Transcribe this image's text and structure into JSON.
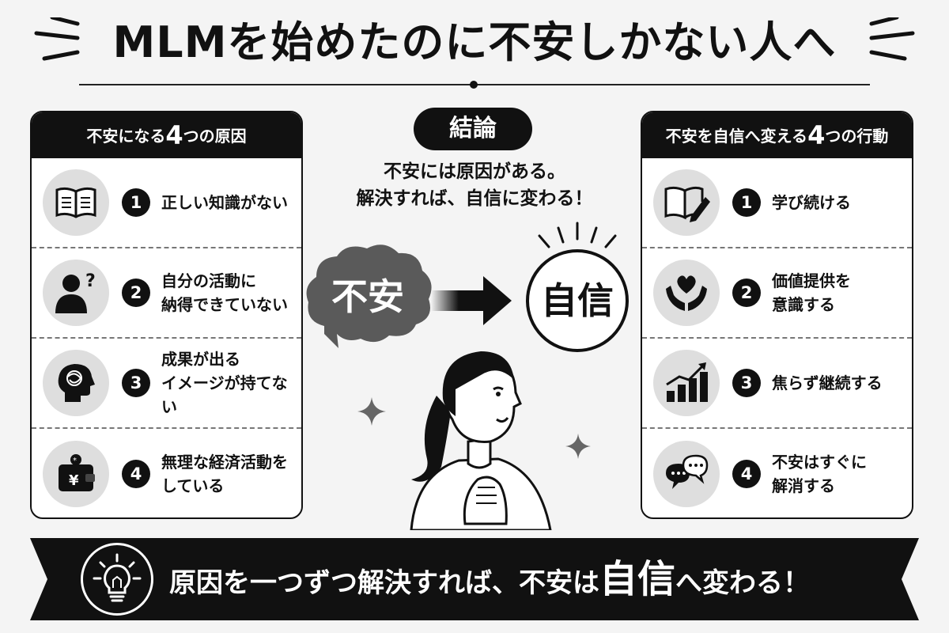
{
  "title": "MLMを始めたのに不安しかない人へ",
  "left_panel": {
    "heading_pre": "不安になる",
    "heading_num": "4",
    "heading_post": "つの原因",
    "items": [
      {
        "num": "1",
        "icon": "open-book-icon",
        "text": "正しい知識がない"
      },
      {
        "num": "2",
        "icon": "confused-person-icon",
        "text": "自分の活動に\n納得できていない"
      },
      {
        "num": "3",
        "icon": "tangled-mind-icon",
        "text": "成果が出る\nイメージが持てない"
      },
      {
        "num": "4",
        "icon": "wallet-yen-icon",
        "text": "無理な経済活動を\nしている"
      }
    ]
  },
  "right_panel": {
    "heading_pre": "不安を自信へ変える",
    "heading_num": "4",
    "heading_post": "つの行動",
    "items": [
      {
        "num": "1",
        "icon": "book-pencil-icon",
        "text": "学び続ける"
      },
      {
        "num": "2",
        "icon": "heart-hands-icon",
        "text": "価値提供を\n意識する"
      },
      {
        "num": "3",
        "icon": "growth-chart-icon",
        "text": "焦らず継続する"
      },
      {
        "num": "4",
        "icon": "chat-bubbles-icon",
        "text": "不安はすぐに\n解消する"
      }
    ]
  },
  "center": {
    "conclusion_label": "結論",
    "conclusion_text": "不安には原因がある。\n解決すれば、自信に変わる！",
    "anxiety_label": "不安",
    "confidence_label": "自信"
  },
  "banner": {
    "text_pre": "原因を一つずつ解決すれば、不安は",
    "text_em": "自信",
    "text_post": "へ変わる！"
  },
  "colors": {
    "background": "#f4f4f4",
    "ink": "#111111",
    "icon_bg": "#dedede",
    "cloud": "#5a5a5a"
  }
}
